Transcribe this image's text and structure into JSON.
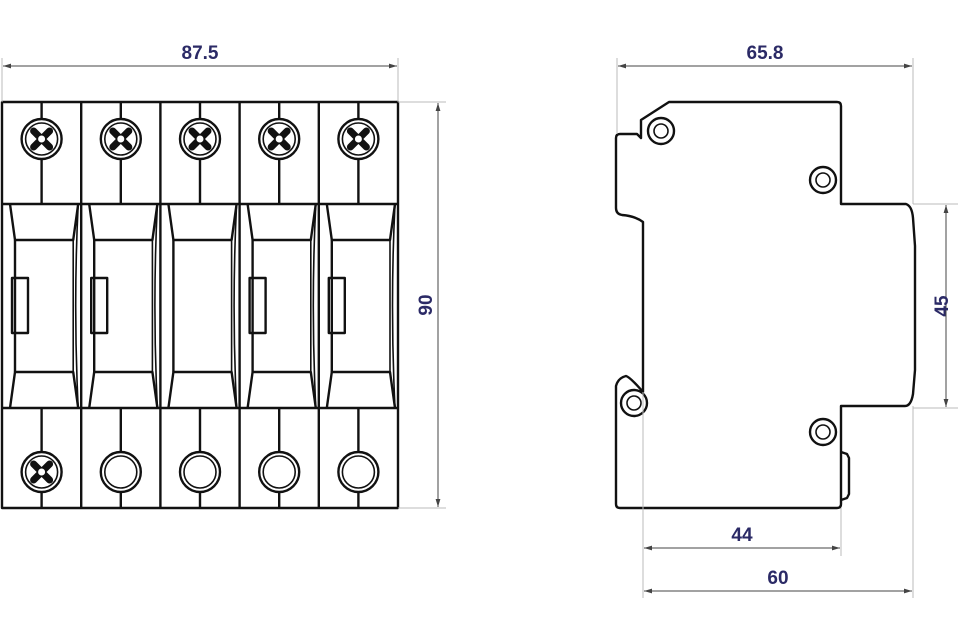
{
  "front_view": {
    "width_label": "87.5",
    "height_label": "90",
    "modules": 5,
    "top_terminals": [
      "screw",
      "screw",
      "screw",
      "screw",
      "screw"
    ],
    "bottom_terminals": [
      "screw",
      "hole",
      "hole",
      "hole",
      "hole"
    ]
  },
  "side_view": {
    "depth_label": "65.8",
    "front_height_label": "45",
    "rail_depth_label": "44",
    "body_depth_label": "60"
  },
  "colors": {
    "dimension_text": "#2b2a66",
    "outline": "#111111"
  }
}
